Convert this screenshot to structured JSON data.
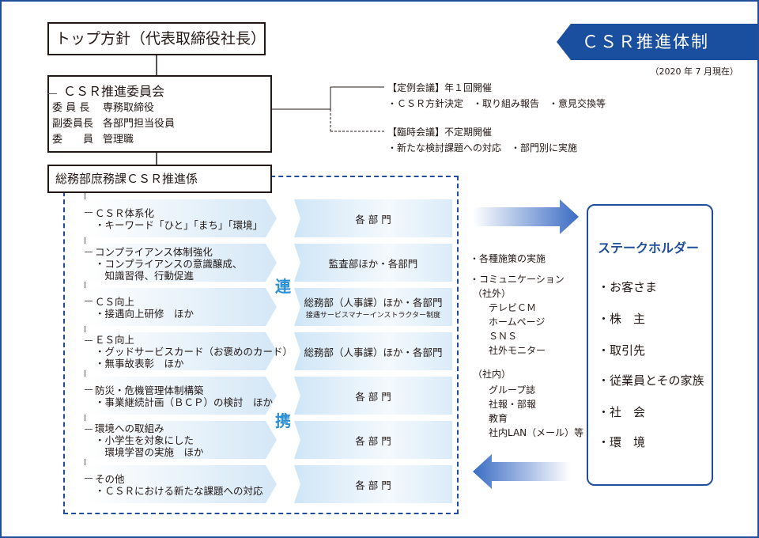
{
  "title": "ＣＳＲ推進体制",
  "date_note": "（2020 年 7 月現在）",
  "top_box": "トップ方針（代表取締役社長）",
  "committee": {
    "title": "ＣＳＲ推進委員会",
    "members": [
      {
        "role": "委 員 長",
        "value": "専務取締役"
      },
      {
        "role": "副委員長",
        "value": "各部門担当役員"
      },
      {
        "role": "委　　員",
        "value": "管理職"
      }
    ]
  },
  "meetings": {
    "regular_title": "【定例会議】年１回開催",
    "regular_detail": "・ＣＳＲ方針決定　・取り組み報告　・意見交換等",
    "ad_hoc_title": "【臨時会議】不定期開催",
    "ad_hoc_detail": "・新たな検討課題への対応　・部門別に実施"
  },
  "department": "総務部庶務課ＣＳＲ推進係",
  "renkei": [
    "連",
    "携"
  ],
  "items": [
    {
      "lines": [
        "ＣＳＲ体系化",
        "・キーワード「ひと」「まち」「環境」"
      ],
      "resp": "各 部 門",
      "resp_sub": ""
    },
    {
      "lines": [
        "コンプライアンス体制強化",
        "・コンプライアンスの意識醸成、",
        "　知識習得、行動促進"
      ],
      "resp": "監査部ほか・各部門",
      "resp_sub": ""
    },
    {
      "lines": [
        "ＣＳ向上",
        "・接遇向上研修　ほか"
      ],
      "resp": "総務部（人事課）ほか・各部門",
      "resp_sub": "接遇サービスマナーインストラクター制度"
    },
    {
      "lines": [
        "ＥＳ向上",
        "・グッドサービスカード（お褒めのカード）",
        "・無事故表彰　ほか"
      ],
      "resp": "総務部（人事課）ほか・各部門",
      "resp_sub": ""
    },
    {
      "lines": [
        "防災・危機管理体制構築",
        "・事業継続計画（ＢＣＰ）の検討　ほか"
      ],
      "resp": "各 部 門",
      "resp_sub": ""
    },
    {
      "lines": [
        "環境への取組み",
        "・小学生を対象にした",
        "　環境学習の実施　ほか"
      ],
      "resp": "各 部 門",
      "resp_sub": ""
    },
    {
      "lines": [
        "その他",
        "・ＣＳＲにおける新たな課題への対応"
      ],
      "resp": "各 部 門",
      "resp_sub": ""
    }
  ],
  "middle": {
    "line1": "・各種施策の実施",
    "line2": "・コミュニケーション",
    "outside_label": "（社外）",
    "outside": [
      "テレビＣＭ",
      "ホームページ",
      "ＳＮＳ",
      "社外モニター"
    ],
    "inside_label": "（社内）",
    "inside": [
      "グループ誌",
      "社報・部報",
      "教育",
      "社内LAN（メール）等"
    ]
  },
  "stakeholders": {
    "title": "ステークホルダー",
    "items": [
      "・お客さま",
      "・株　主",
      "・取引先",
      "・従業員とその家族",
      "・社　会",
      "・環　境"
    ]
  },
  "colors": {
    "accent": "#1a4f9f",
    "renkei": "#2a8fd3"
  }
}
